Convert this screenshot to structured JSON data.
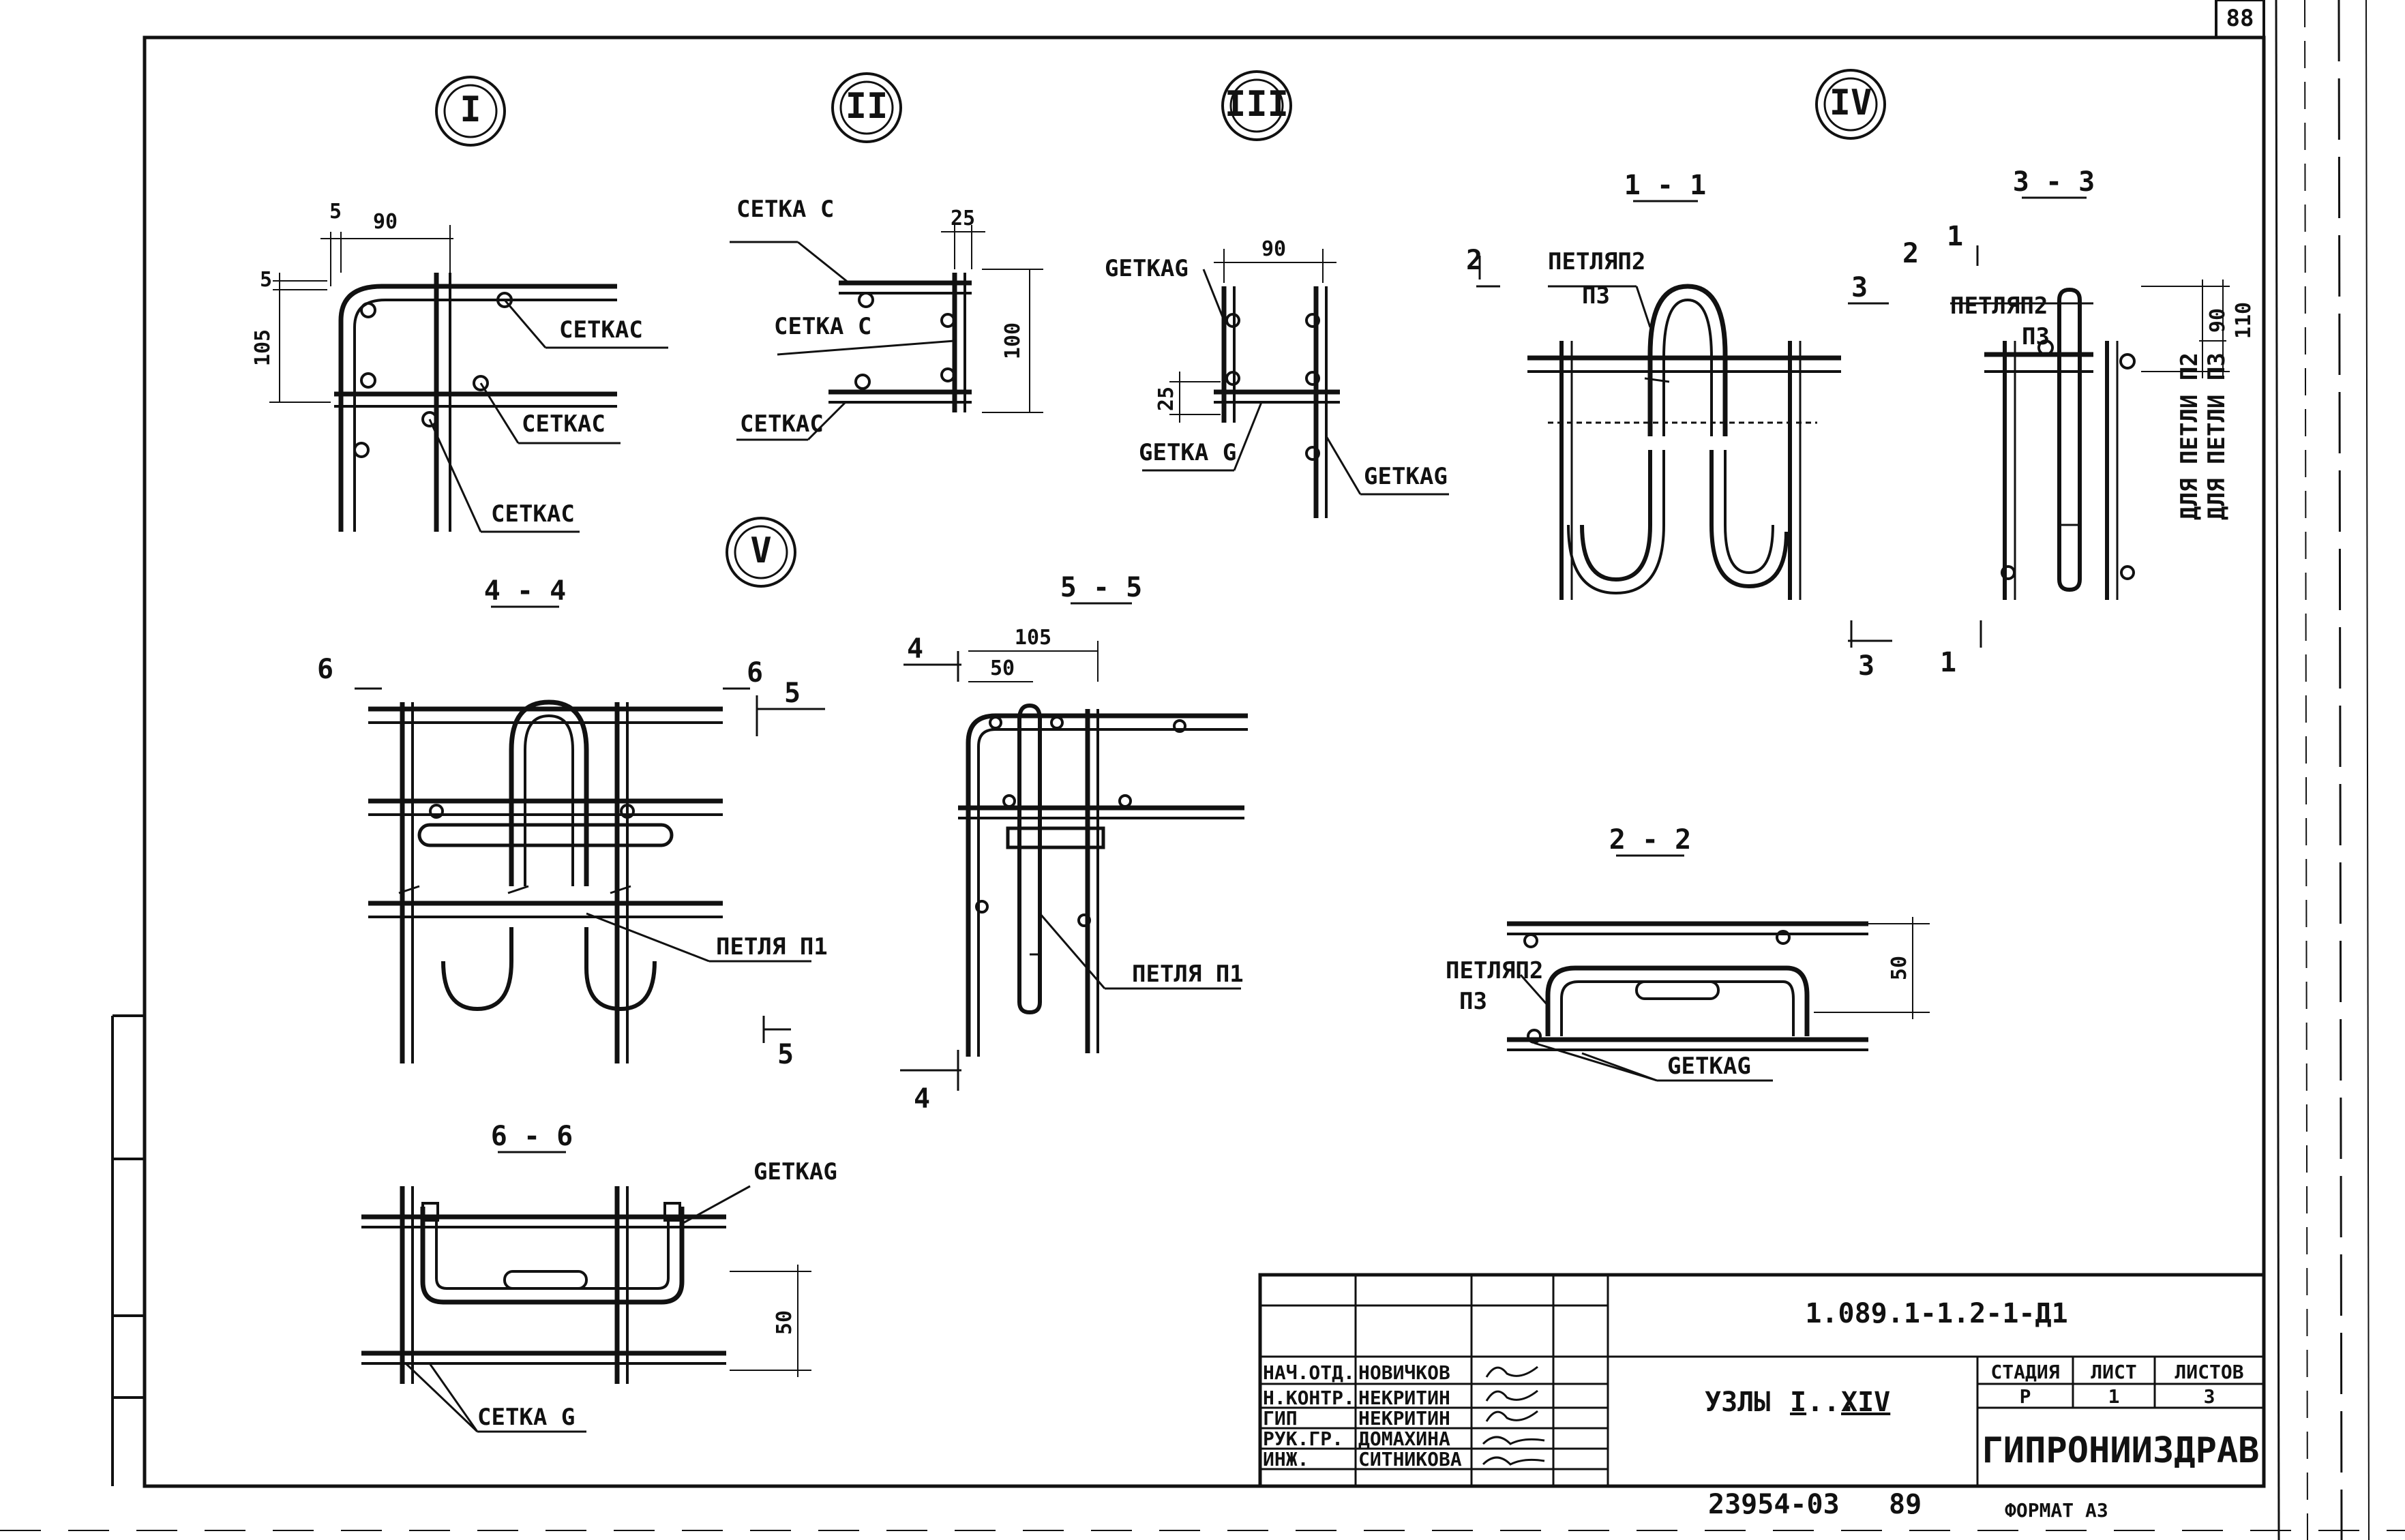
{
  "sheet_number": "88",
  "nodes": {
    "n1": "I",
    "n2": "II",
    "n3": "III",
    "n4": "IV",
    "n5": "V"
  },
  "sections": {
    "s11": "1 - 1",
    "s33": "3 - 3",
    "s44": "4 - 4",
    "s55": "5 - 5",
    "s22": "2 - 2",
    "s66": "6 - 6"
  },
  "labels": {
    "c1": "СЕТКАС",
    "c2": "СЕТКАС",
    "c3": "СЕТКАС",
    "c4": "СЕТКА С",
    "c5": "СЕТКА С",
    "c6": "СЕТКАС",
    "c7": "GETKAG",
    "c8": "GETKA G",
    "c9": "GETKAG",
    "loop11a": "ПЕТЛЯП2",
    "loop11b": "П3",
    "loop33a": "ПЕТЛЯП2",
    "loop33b": "П3",
    "forp2": "ДЛЯ ПЕТЛИ П2",
    "forp3": "ДЛЯ ПЕТЛИ П3",
    "loopP1a": "ПЕТЛЯ П1",
    "loopP1b": "ПЕТЛЯ П1",
    "loop22a": "ПЕТЛЯП2",
    "loop22b": "П3",
    "c22": "GETKAG",
    "c66a": "СЕТКА G",
    "c66b": "GETKAG"
  },
  "dims": {
    "d5a": "5",
    "d90a": "90",
    "d5b": "5",
    "d105a": "105",
    "d25a": "25",
    "d100": "100",
    "d90b": "90",
    "d25b": "25",
    "d90c": "90",
    "d110": "110",
    "d105b": "105",
    "d50a": "50",
    "d50b": "50",
    "d50c": "50"
  },
  "marks": {
    "m2": "2",
    "m1": "1",
    "m3": "3",
    "m2b": "2",
    "m3b": "3",
    "m1b": "1",
    "m6a": "6",
    "m6b": "6",
    "m5a": "5",
    "m5b": "5",
    "m4a": "4",
    "m4b": "4"
  },
  "title_block": {
    "code": "1.089.1-1.2-1-Д1",
    "title_prefix": "УЗЛЫ",
    "title_roman1": "I",
    "title_roman2": "XIV",
    "title_dots": "...",
    "org": "ГИПРОНИИЗДРАВ",
    "hdr_stage": "СТАДИЯ",
    "hdr_sheet": "ЛИСТ",
    "hdr_sheets": "ЛИСТОВ",
    "stage": "Р",
    "sheet": "1",
    "sheets": "3",
    "roles": [
      "НАЧ.ОТД.",
      "Н.КОНТР.",
      "ГИП",
      "РУК.ГР.",
      "ИНЖ."
    ],
    "names": [
      "НОВИЧКОВ",
      "НЕКРИТИН",
      "НЕКРИТИН",
      "ДОМАХИНА",
      "СИТНИКОВА"
    ]
  },
  "footer": {
    "inv": "23954-03",
    "num": "89",
    "format": "ФОРМАТ А3"
  }
}
